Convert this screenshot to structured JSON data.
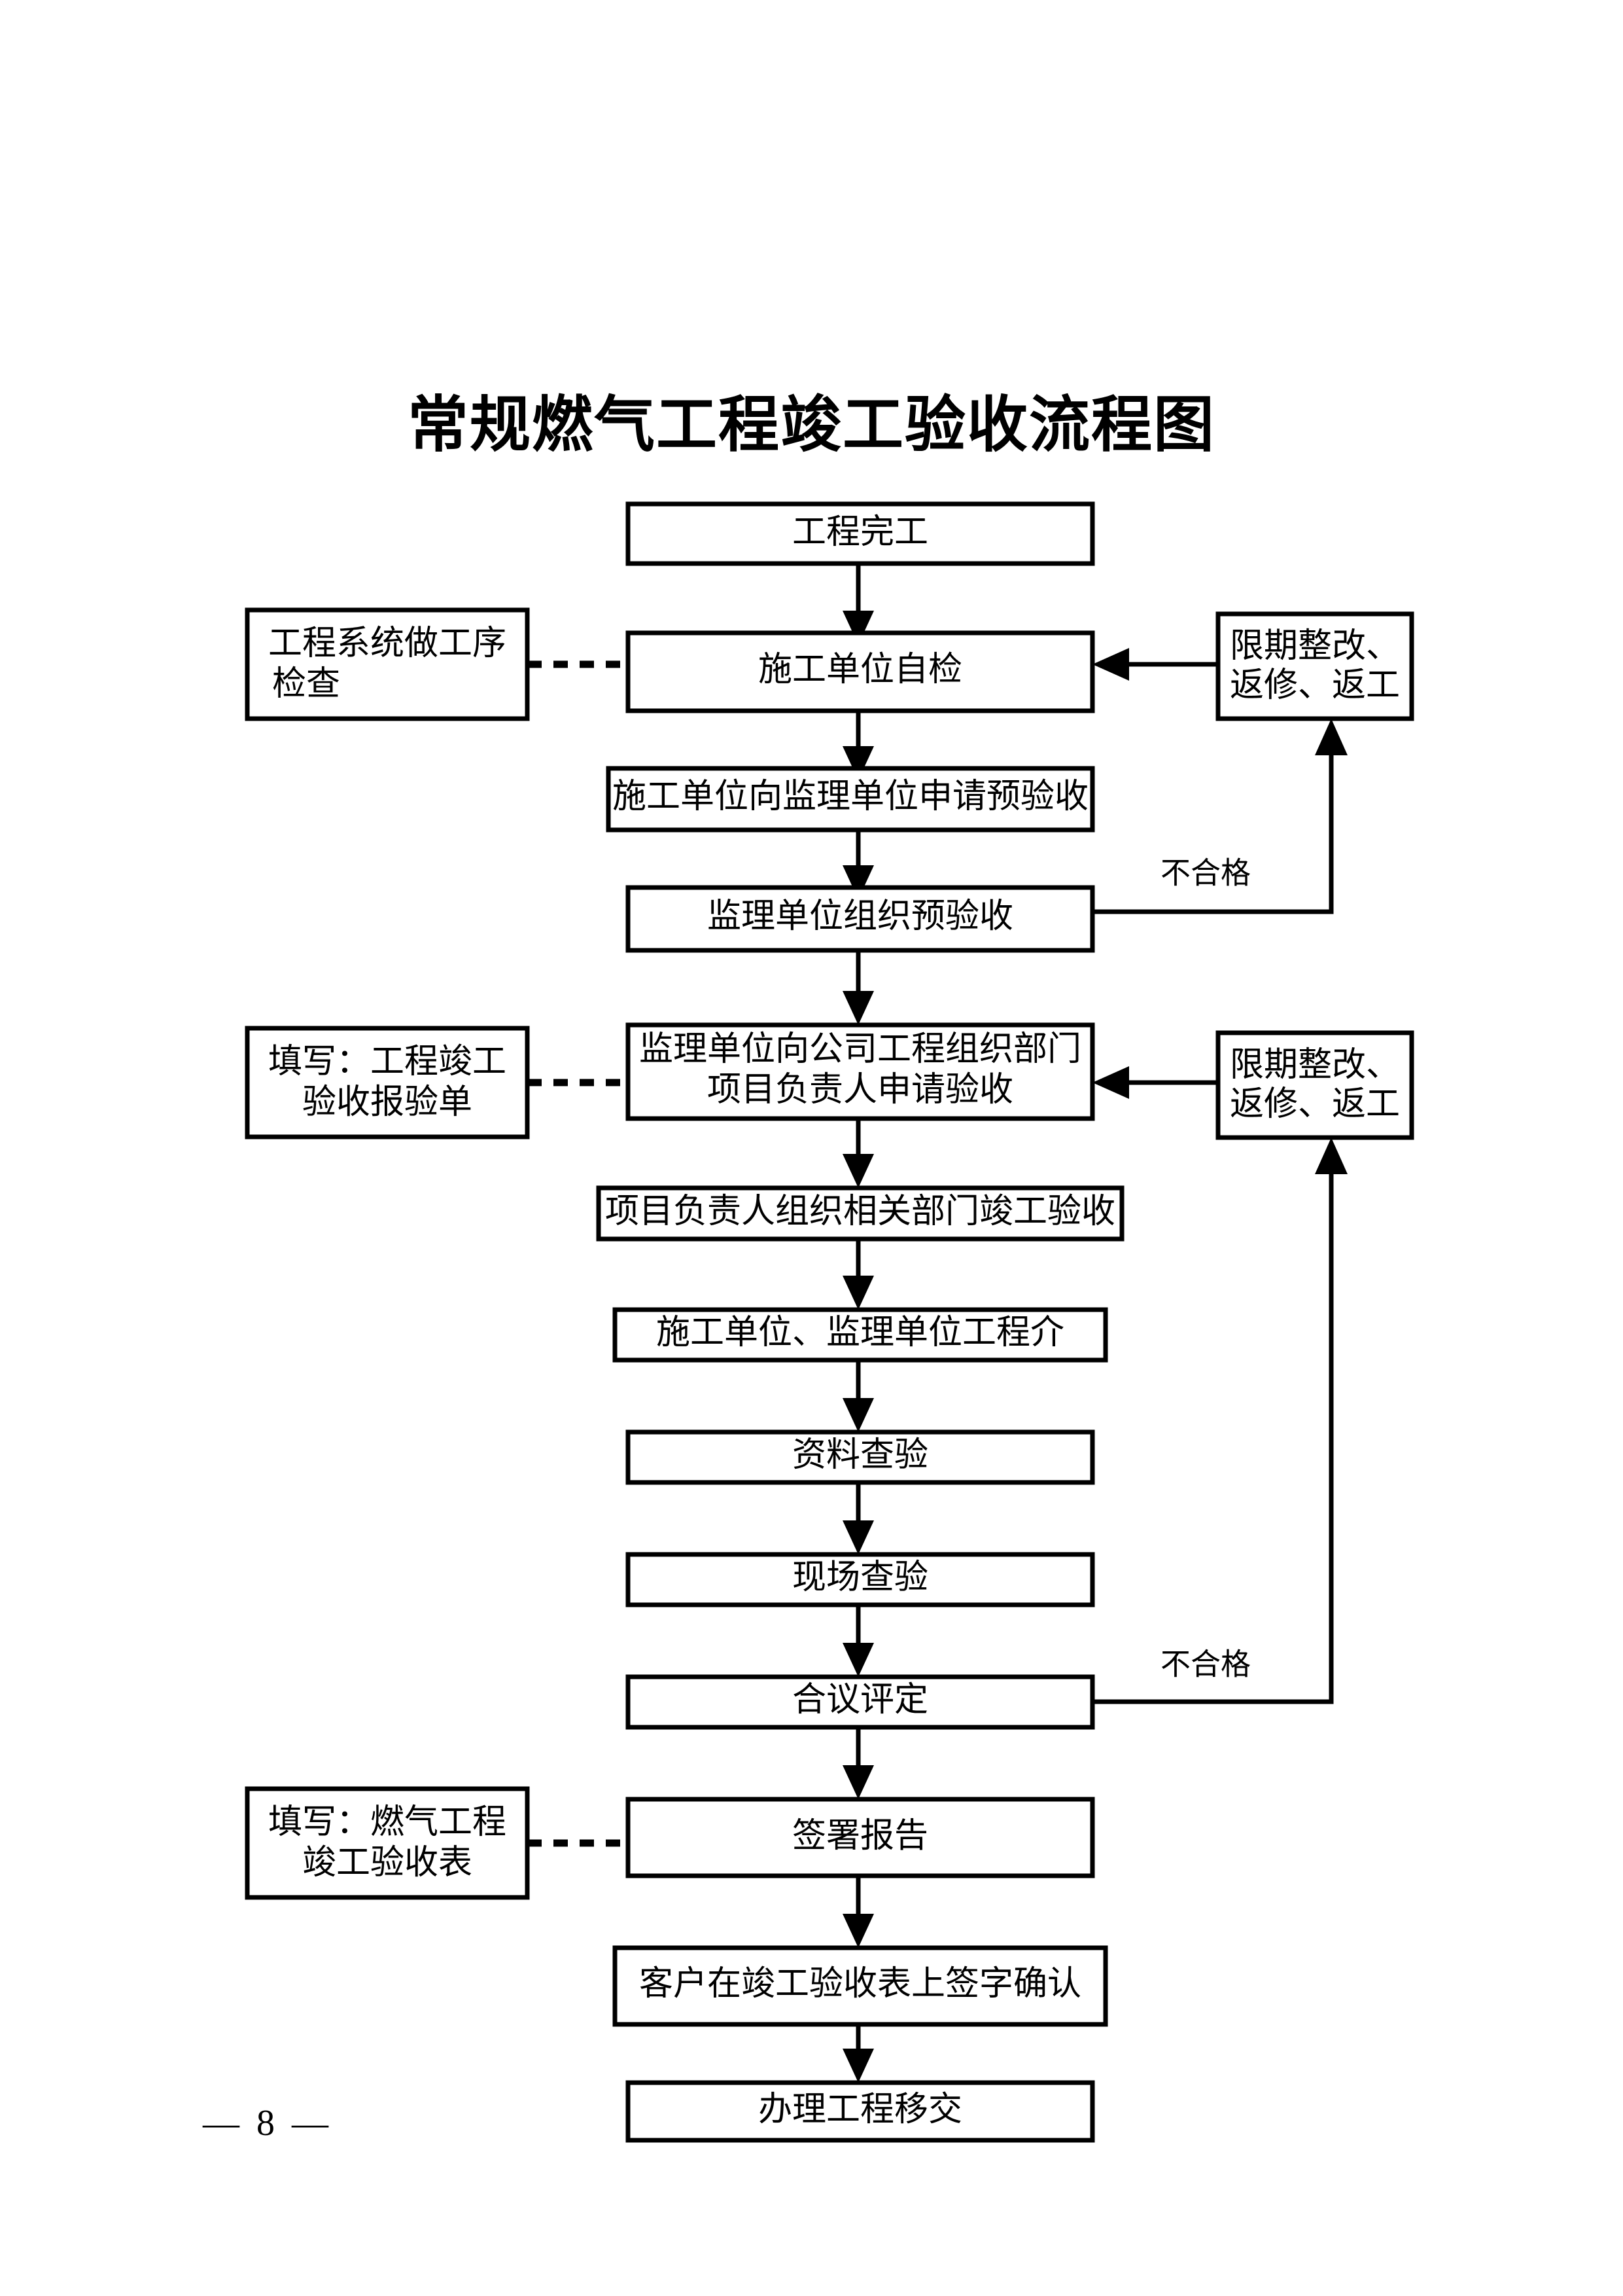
{
  "document": {
    "title": "常规燃气工程竣工验收流程图",
    "page_number": "— 8 —"
  },
  "flow": {
    "nodes": [
      {
        "id": "n1",
        "label": "工程完工",
        "lines": [
          "工程完工"
        ]
      },
      {
        "id": "n2",
        "label": "施工单位自检",
        "lines": [
          "施工单位自检"
        ]
      },
      {
        "id": "n3",
        "label": "施工单位向监理单位申请预验收",
        "lines": [
          "施工单位向监理单位申请预验收"
        ]
      },
      {
        "id": "n4",
        "label": "监理单位组织预验收",
        "lines": [
          "监理单位组织预验收"
        ]
      },
      {
        "id": "n5",
        "label": "监理单位向公司工程组织部门项目负责人申请验收",
        "lines": [
          "监理单位向公司工程组织部门",
          "项目负责人申请验收"
        ]
      },
      {
        "id": "n6",
        "label": "项目负责人组织相关部门竣工验收",
        "lines": [
          "项目负责人组织相关部门竣工验收"
        ]
      },
      {
        "id": "n7",
        "label": "施工单位、监理单位工程介",
        "lines": [
          "施工单位、监理单位工程介"
        ]
      },
      {
        "id": "n8",
        "label": "资料查验",
        "lines": [
          "资料查验"
        ]
      },
      {
        "id": "n9",
        "label": "现场查验",
        "lines": [
          "现场查验"
        ]
      },
      {
        "id": "n10",
        "label": "合议评定",
        "lines": [
          "合议评定"
        ]
      },
      {
        "id": "n11",
        "label": "签署报告",
        "lines": [
          "签署报告"
        ]
      },
      {
        "id": "n12",
        "label": "客户在竣工验收表上签字确认",
        "lines": [
          "客户在竣工验收表上签字确认"
        ]
      },
      {
        "id": "n13",
        "label": "办理工程移交",
        "lines": [
          "办理工程移交"
        ]
      }
    ],
    "notes": [
      {
        "id": "note1",
        "label": "工程系统做工序检查",
        "lines": [
          "工程系统做工序",
          "检查"
        ],
        "attached_to": "n2"
      },
      {
        "id": "note2",
        "label": "填写：工程竣工验收报验单",
        "lines": [
          "填写：工程竣工",
          "验收报验单"
        ],
        "attached_to": "n5"
      },
      {
        "id": "note3",
        "label": "填写：燃气工程竣工验收表",
        "lines": [
          "填写：燃气工程",
          "竣工验收表"
        ],
        "attached_to": "n11"
      }
    ],
    "rework_boxes": [
      {
        "id": "r1",
        "label": "限期整改、返修、返工",
        "lines": [
          "限期整改、",
          "返修、返工"
        ],
        "target": "n2"
      },
      {
        "id": "r2",
        "label": "限期整改、返修、返工",
        "lines": [
          "限期整改、",
          "返修、返工"
        ],
        "target": "n5"
      }
    ],
    "edge_labels": [
      {
        "id": "e1",
        "label": "不合格",
        "from": "n4",
        "to": "r1"
      },
      {
        "id": "e2",
        "label": "不合格",
        "from": "n10",
        "to": "r2"
      }
    ],
    "colors": {
      "stroke": "#000000",
      "fill": "#ffffff",
      "text": "#000000"
    }
  }
}
